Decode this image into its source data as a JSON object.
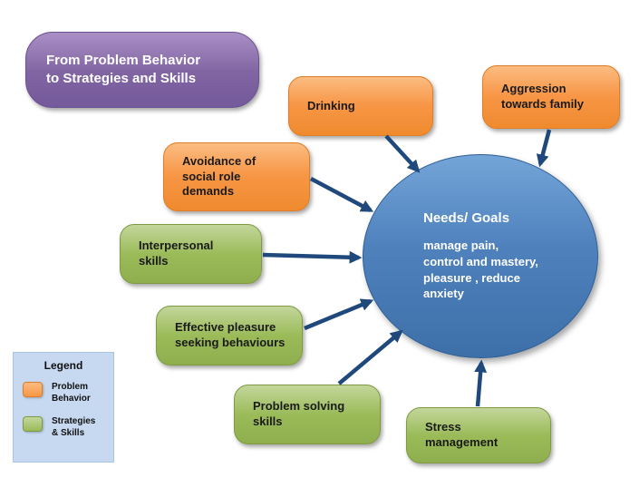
{
  "title": {
    "label": "From Problem Behavior\nto Strategies and Skills"
  },
  "nodes": {
    "drinking": {
      "label": "Drinking",
      "type": "problem-behavior"
    },
    "aggression": {
      "label": "Aggression\ntowards family",
      "type": "problem-behavior"
    },
    "avoidance": {
      "label": "Avoidance of\nsocial role\ndemands",
      "type": "problem-behavior"
    },
    "interpersonal": {
      "label": "Interpersonal\nskills",
      "type": "strategies-skills"
    },
    "pleasure": {
      "label": "Effective pleasure\nseeking behaviours",
      "type": "strategies-skills"
    },
    "problem_solving": {
      "label": "Problem solving\nskills",
      "type": "strategies-skills"
    },
    "stress": {
      "label": "Stress\nmanagement",
      "type": "strategies-skills"
    }
  },
  "center": {
    "title": "Needs/ Goals",
    "body": "manage pain,\ncontrol and mastery,\npleasure , reduce\nanxiety"
  },
  "legend": {
    "title": "Legend",
    "items": [
      {
        "label": "Problem\nBehavior",
        "color": "#F79646"
      },
      {
        "label": "Strategies\n& Skills",
        "color": "#9BBB59"
      }
    ]
  },
  "colors": {
    "problem_behavior": "#F79646",
    "strategies_skills": "#9BBB59",
    "needs_goals_ellipse": "#4F81BD",
    "title_box": "#8064A2",
    "arrow": "#1F497D",
    "legend_background": "#C6D9F1"
  }
}
